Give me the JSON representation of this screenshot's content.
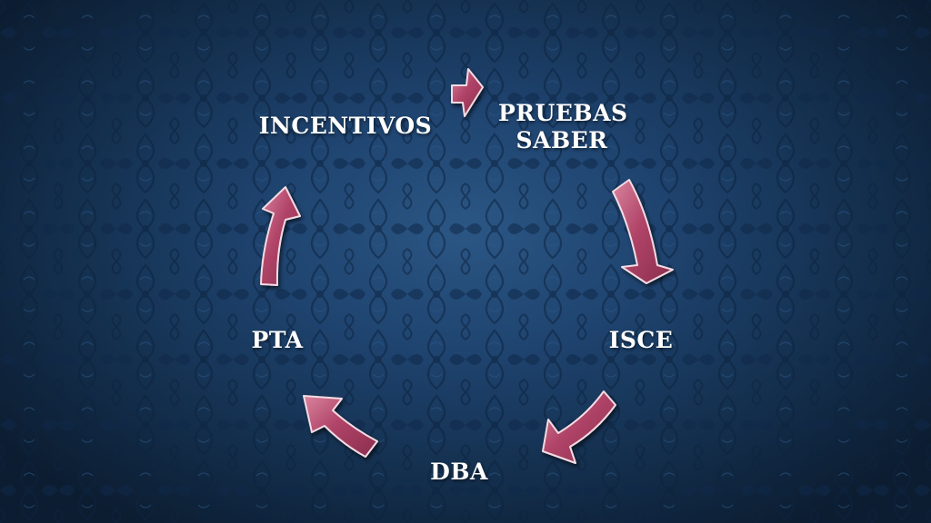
{
  "diagram": {
    "type": "cycle",
    "nodes": [
      {
        "id": "pruebas-saber",
        "lines": [
          "PRUEBAS",
          "SABER"
        ]
      },
      {
        "id": "isce",
        "lines": [
          "ISCE"
        ]
      },
      {
        "id": "dba",
        "lines": [
          "DBA"
        ]
      },
      {
        "id": "pta",
        "lines": [
          "PTA"
        ]
      },
      {
        "id": "incentivos",
        "lines": [
          "INCENTIVOS"
        ]
      }
    ],
    "edges": [
      {
        "from": "incentivos",
        "to": "pruebas-saber"
      },
      {
        "from": "pruebas-saber",
        "to": "isce"
      },
      {
        "from": "isce",
        "to": "dba"
      },
      {
        "from": "dba",
        "to": "pta"
      },
      {
        "from": "pta",
        "to": "incentivos"
      }
    ]
  },
  "colors": {
    "background": "#1f4470",
    "arrow_fill": "#b04468",
    "arrow_highlight": "#d9849f",
    "arrow_outline": "#f3dce4",
    "label_text": "#ffffff"
  }
}
